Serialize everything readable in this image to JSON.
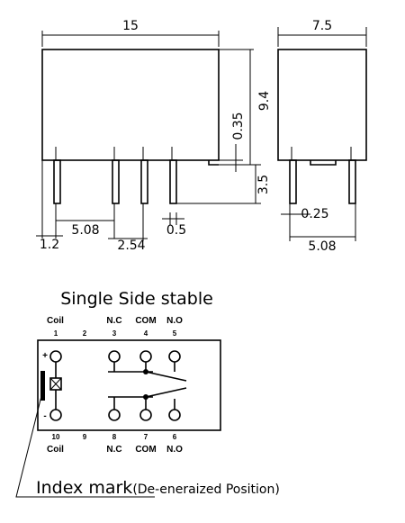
{
  "dimensions": {
    "width": "15",
    "depth": "7.5",
    "height": "9.4",
    "offset": "0.35",
    "pin_length": "3.5",
    "pin_spacing_1": "5.08",
    "pin_edge": "1.2",
    "pin_spacing_2": "2.54",
    "pin_width": "0.5",
    "pin_thickness": "0.25",
    "side_pin_spacing": "5.08"
  },
  "schematic": {
    "title": "Single Side stable",
    "top_labels": [
      "Coil",
      "N.C",
      "COM",
      "N.O"
    ],
    "top_numbers": [
      "1",
      "2",
      "3",
      "4",
      "5"
    ],
    "bottom_numbers": [
      "10",
      "9",
      "8",
      "7",
      "6"
    ],
    "bottom_labels": [
      "Coil",
      "N.C",
      "COM",
      "N.O"
    ],
    "plus_sign": "+",
    "minus_sign": "-"
  },
  "index_mark": {
    "label": "Index mark",
    "note": "(De-eneraized Position)"
  }
}
